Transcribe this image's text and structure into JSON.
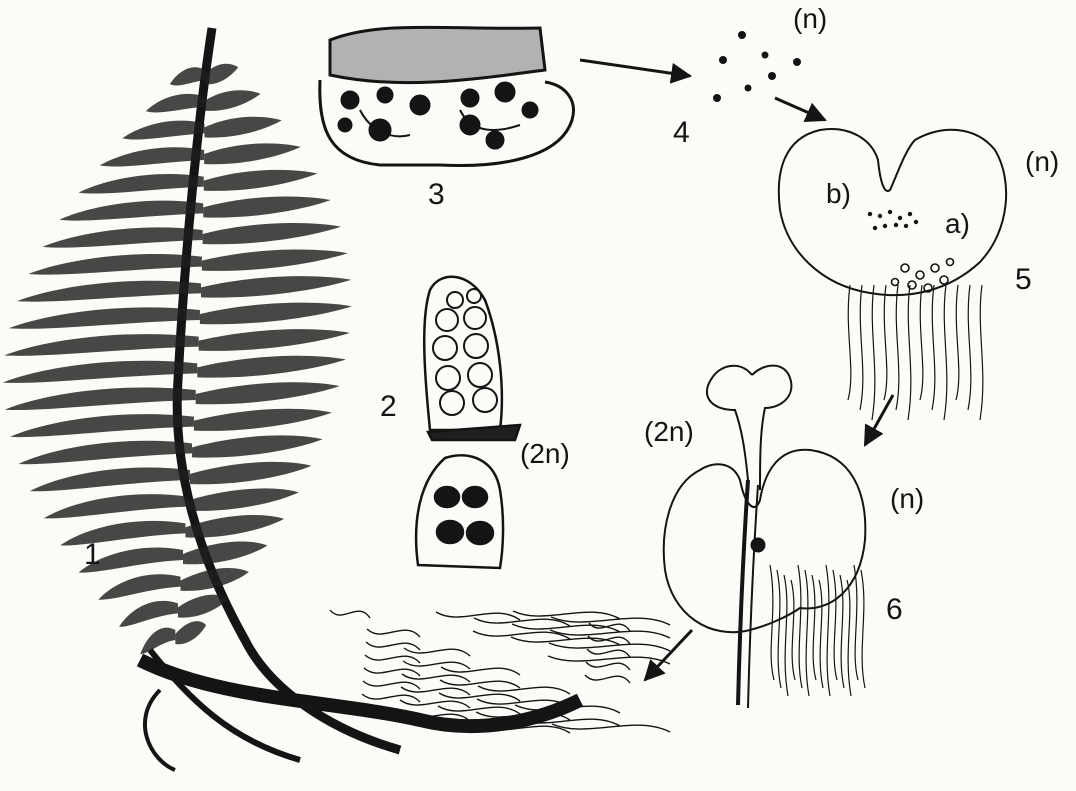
{
  "labels": {
    "one": "1",
    "two": "2",
    "three": "3",
    "four": "4",
    "five": "5",
    "six": "6",
    "ploidy_spores": "(n)",
    "ploidy_prothallus": "(n)",
    "ploidy_sporangium": "(2n)",
    "ploidy_young_sporophyte": "(2n)",
    "ploidy_prothallus_base": "(n)",
    "part_a": "a)",
    "part_b": "b)"
  },
  "colors": {
    "ink": "#141414",
    "paper": "#fbfbf8"
  },
  "icons": [
    "fern-frond-icon",
    "sorus-icon",
    "sporangium-icon",
    "spores-icon",
    "prothallus-icon",
    "young-sporophyte-icon",
    "arrow-icon"
  ]
}
